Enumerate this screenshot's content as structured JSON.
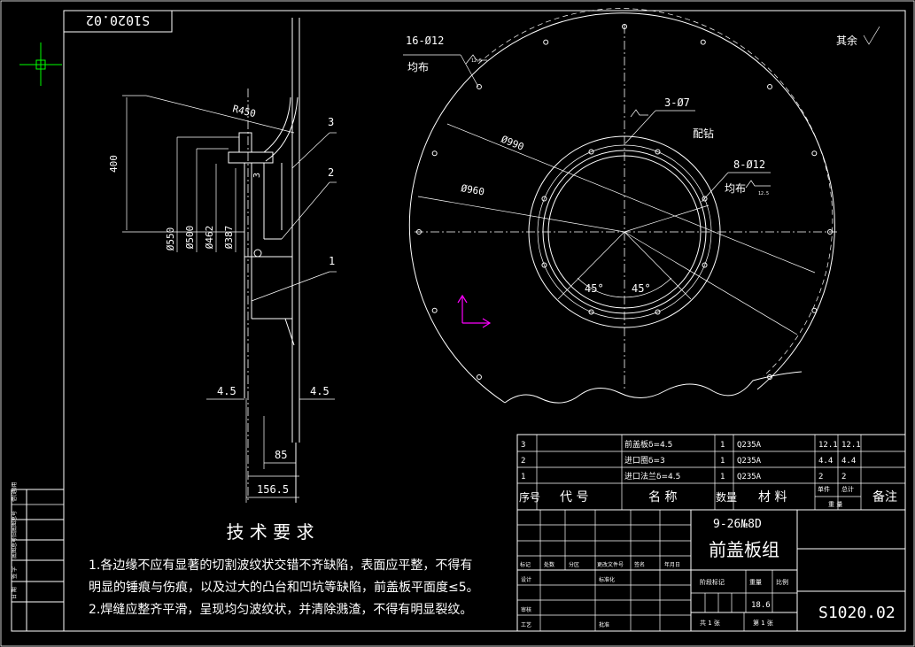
{
  "drawing_number": "S1020.02",
  "surface_finish_note": "其余",
  "section_view": {
    "radius_label": "R450",
    "height_label": "400",
    "diameters": [
      "Ø550",
      "Ø500",
      "Ø462",
      "Ø387"
    ],
    "gap_label": "3",
    "plate_labels": [
      "4.5",
      "4.5"
    ],
    "width_85": "85",
    "width_total": "156.5",
    "part_callouts": [
      "3",
      "2",
      "1"
    ]
  },
  "front_view": {
    "holes_outer": "16-Ø12",
    "holes_outer_note": "均布",
    "holes_mid": "3-Ø7",
    "holes_mid_note": "配钻",
    "holes_inner": "8-Ø12",
    "holes_inner_note": "均布",
    "dia_outer": "Ø990",
    "dia_bolt": "Ø960",
    "angle_left": "45°",
    "angle_right": "45°",
    "roughness_1": "12.5",
    "roughness_2": "12.5"
  },
  "tech_requirements": {
    "title": "技 术 要 求",
    "lines": [
      "1.各边缘不应有显著的切割波纹状交错不齐缺陷，表面应平整，不得有",
      "明显的锤痕与伤痕，以及过大的凸台和凹坑等缺陷，前盖板平面度≤5。",
      "2.焊缝应整齐平滑，呈现均匀波纹状，并清除溅渣，不得有明显裂纹。"
    ]
  },
  "bom": {
    "rows": [
      {
        "no": "3",
        "code": "",
        "name": "前盖板δ=4.5",
        "qty": "1",
        "material": "Q235A",
        "unit": "12.1",
        "total": "12.1"
      },
      {
        "no": "2",
        "code": "",
        "name": "进口圈δ=3",
        "qty": "1",
        "material": "Q235A",
        "unit": "4.4",
        "total": "4.4"
      },
      {
        "no": "1",
        "code": "",
        "name": "进口法兰δ=4.5",
        "qty": "1",
        "material": "Q235A",
        "unit": "2",
        "total": "2"
      }
    ],
    "headers": {
      "no": "序号",
      "code": "代 号",
      "name": "名 称",
      "qty": "数量",
      "material": "材 料",
      "unit": "单件",
      "total": "总计",
      "weight": "重 量",
      "remark": "备注"
    }
  },
  "title_block": {
    "model": "9-26№8D",
    "part_name": "前盖板组",
    "weight": "18.6",
    "sheet_text": "第 1 张",
    "sheets_text": "共 1 张",
    "stage_label": "阶段标记",
    "weight_label": "重量",
    "scale_label": "比例",
    "rev_labels": [
      "标记",
      "处数",
      "分区",
      "更改文件号",
      "签名",
      "年月日"
    ],
    "sign_labels": [
      "设计",
      "标准化",
      "审核",
      "工艺",
      "批准"
    ]
  },
  "side_strip": [
    "借(通)用",
    "旧底图总号",
    "底图总号",
    "签 字",
    "日 期"
  ],
  "colors": {
    "background": "#000000",
    "lines": "#ffffff",
    "ucs_icon": "#ff00ff",
    "crosshair": "#00ff00"
  }
}
